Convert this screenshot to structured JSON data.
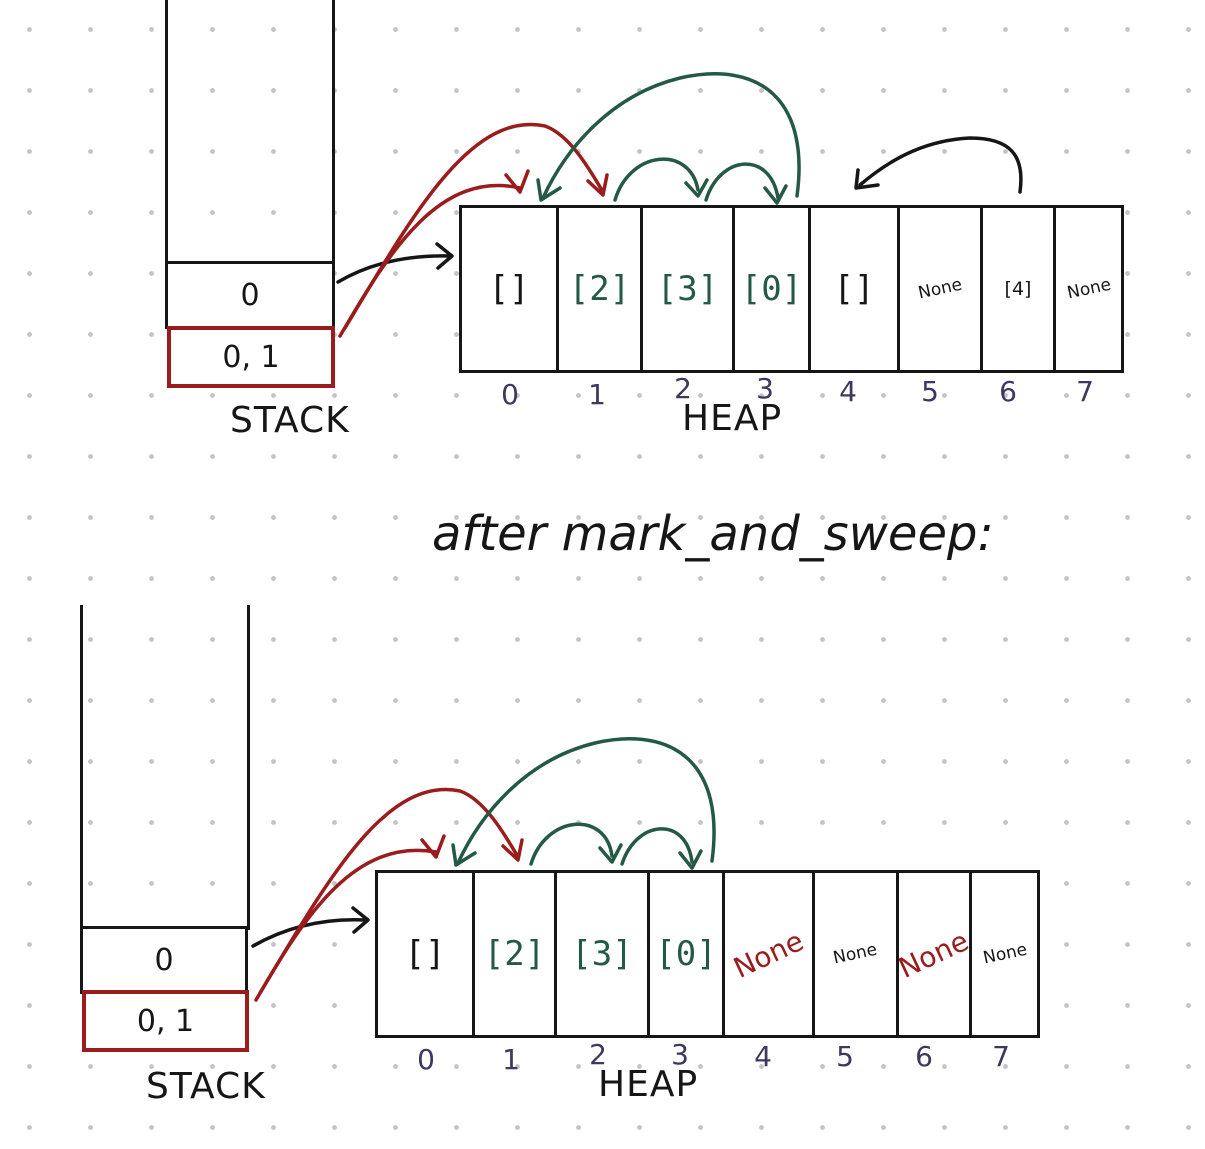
{
  "caption": "after mark_and_sweep:",
  "colors": {
    "ink": "#161616",
    "root_red": "#9a1c1c",
    "reference_green": "#245a45",
    "index_purple": "#3c3860"
  },
  "before": {
    "stack": {
      "label": "STACK",
      "frames": [
        "0",
        "0, 1"
      ],
      "highlighted_frame": "0, 1"
    },
    "heap": {
      "label": "HEAP",
      "indices": [
        "0",
        "1",
        "2",
        "3",
        "4",
        "5",
        "6",
        "7"
      ],
      "cells": [
        "[]",
        "[2]",
        "[3]",
        "[0]",
        "[]",
        "None",
        "[4]",
        "None"
      ]
    }
  },
  "after": {
    "stack": {
      "label": "STACK",
      "frames": [
        "0",
        "0, 1"
      ],
      "highlighted_frame": "0, 1"
    },
    "heap": {
      "label": "HEAP",
      "indices": [
        "0",
        "1",
        "2",
        "3",
        "4",
        "5",
        "6",
        "7"
      ],
      "cells": [
        "[]",
        "[2]",
        "[3]",
        "[0]",
        "None",
        "None",
        "None",
        "None"
      ],
      "freed_cells": [
        "4",
        "6"
      ]
    }
  }
}
